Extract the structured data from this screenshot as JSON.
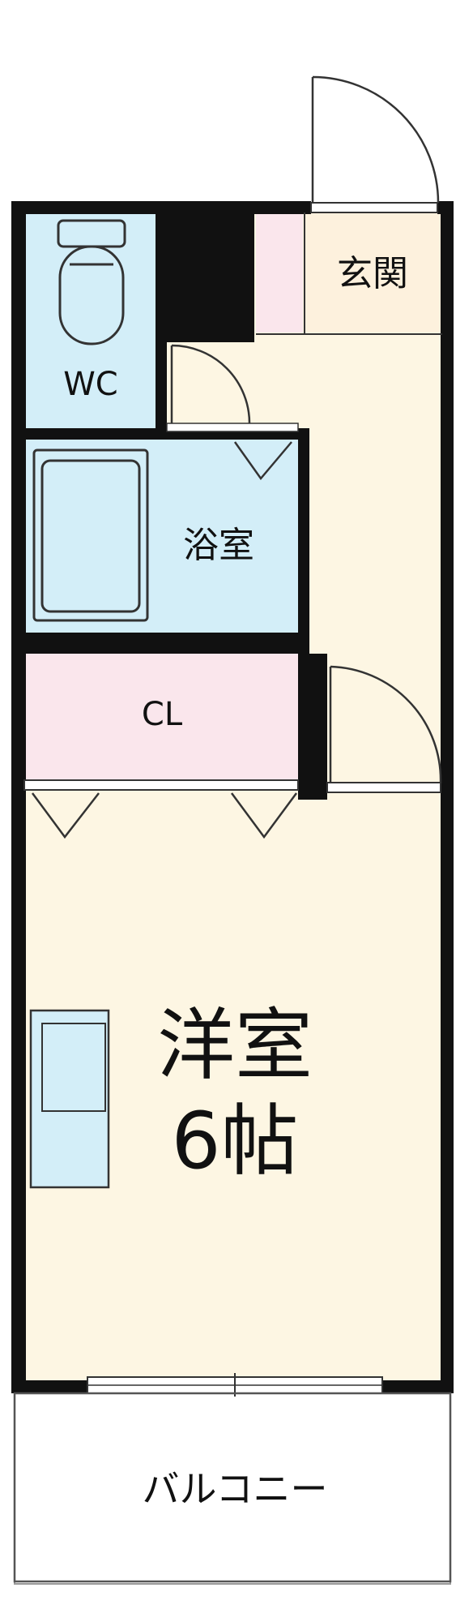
{
  "rooms": {
    "entrance": "玄関",
    "wc": "WC",
    "bath": "浴室",
    "closet": "CL",
    "western_room": "洋室",
    "western_room_size": "6帖",
    "balcony": "バルコニー"
  },
  "colors": {
    "wall": "#111111",
    "floor": "#fdf6e3",
    "wet_area": "#d3eef8",
    "storage": "#fae6ec",
    "balcony": "#ffffff",
    "line": "#333333"
  }
}
